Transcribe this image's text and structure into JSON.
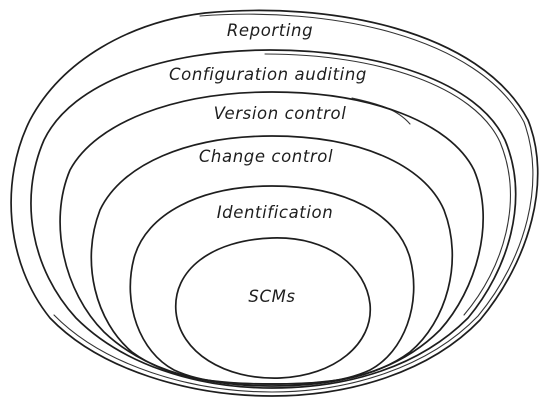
{
  "diagram": {
    "layers": [
      {
        "id": "reporting",
        "label": "Reporting"
      },
      {
        "id": "configuration-auditing",
        "label": "Configuration auditing"
      },
      {
        "id": "version-control",
        "label": "Version control"
      },
      {
        "id": "change-control",
        "label": "Change control"
      },
      {
        "id": "identification",
        "label": "Identification"
      },
      {
        "id": "scms",
        "label": "SCMs"
      }
    ],
    "colors": {
      "stroke": "#1e1e1e",
      "background": "#ffffff"
    }
  }
}
